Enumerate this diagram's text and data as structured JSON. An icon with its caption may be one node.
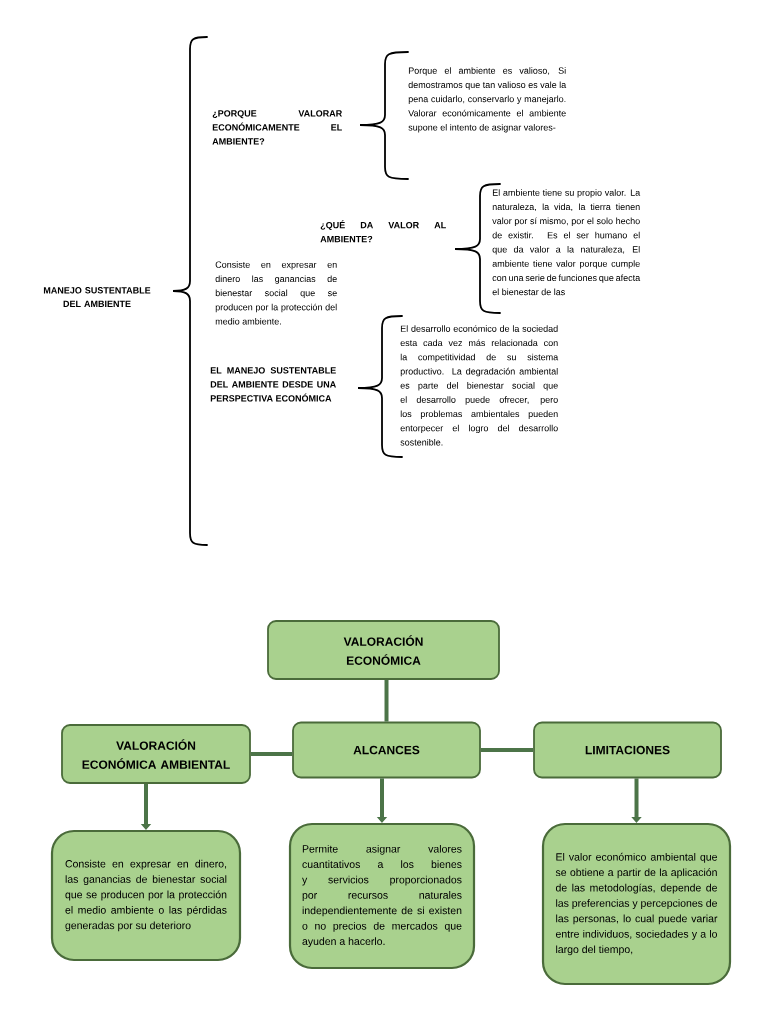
{
  "diagram": {
    "nodes": [
      {
        "text": [
          "VALORACIÓN ECONÓMICA"
        ]
      },
      {
        "text": [
          "VALORACIÓN ECONÓMICA AMBIENTAL"
        ]
      },
      {
        "text": [
          "ALCANCES"
        ]
      },
      {
        "text": [
          "LIMITACIONES"
        ]
      },
      {
        "text": [
          "Consiste en expresar en dinero, las ganancias de bienestar social que se producen por la protección el medio ambiente o las pérdidas generadas por su deterioro"
        ]
      },
      {
        "text": [
          "Permite asignar valores cuantitativos a los bienes y servicios proporcionados por recursos naturales independientemente de si existen o no precios de mercados que ayuden a hacerlo."
        ]
      },
      {
        "text": [
          "El valor económico ambiental que se obtiene a partir de la aplicación de las metodologías, depende de las preferencias y percepciones de las personas, lo cual puede variar entre individuos, sociedades y a lo largo del tiempo,"
        ]
      }
    ],
    "edges": [
      {
        "from": 0,
        "to": 2,
        "arrow": "none"
      },
      {
        "from": 1,
        "to": 2,
        "arrow": "none"
      },
      {
        "from": 2,
        "to": 3,
        "arrow": "none"
      },
      {
        "from": 1,
        "to": 4,
        "arrow": "to"
      },
      {
        "from": 2,
        "to": 5,
        "arrow": "to"
      },
      {
        "from": 3,
        "to": 6,
        "arrow": "to"
      }
    ],
    "labels": [
      "MANEJO SUSTENTABLE DEL AMBIENTE",
      "¿PORQUE VALORAR ECONÓMICAMENTE EL AMBIENTE?",
      "Porque el ambiente es valioso, Si demostramos que tan valioso es vale la pena cuidarlo, conservarlo y manejarlo. Valorar económicamente el ambiente supone el intento de asignar valores-",
      "¿QUÉ DA VALOR AL AMBIENTE?",
      "El ambiente tiene su propio valor. La naturaleza, la vida, la tierra tienen valor por sí mismo, por el solo hecho de existir. Es el ser humano el que da valor a la naturaleza, El ambiente tiene valor porque cumple con una serie de funciones que afecta el bienestar de las",
      "Consiste en expresar en dinero las ganancias de bienestar social que se producen por la protección del medio ambiente.",
      "EL MANEJO SUSTENTABLE DEL AMBIENTE DESDE UNA PERSPECTIVA ECONÓMICA",
      "El desarrollo económico de la sociedad esta cada vez más relacionada con la competitividad de su sistema productivo. La degradación ambiental es parte del bienestar social que el desarrollo puede ofrecer, pero los problemas ambientales pueden entorpecer el logro del desarrollo sostenible."
    ]
  }
}
